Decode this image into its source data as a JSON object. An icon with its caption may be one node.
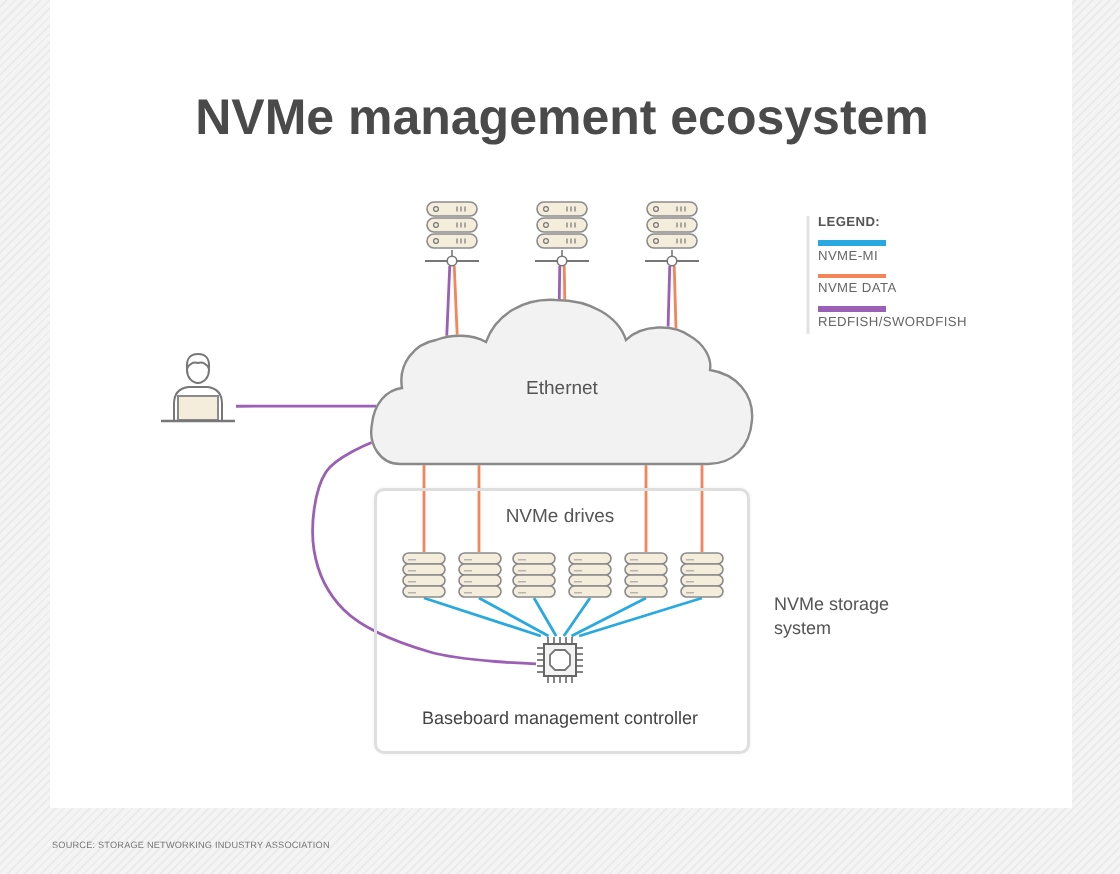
{
  "diagram": {
    "title": "NVMe management ecosystem",
    "nodes": [
      {
        "text": [],
        "shape": "picture"
      },
      {
        "text": [],
        "shape": "picture"
      },
      {
        "text": [],
        "shape": "picture"
      },
      {
        "text": [],
        "shape": "person"
      },
      {
        "text": [
          "Ethernet"
        ]
      },
      {
        "text": [
          "NVMe storage system"
        ]
      },
      {
        "text": [],
        "shape": "cylinder",
        "in": 5
      },
      {
        "text": [],
        "shape": "cylinder",
        "in": 5
      },
      {
        "text": [],
        "shape": "cylinder",
        "in": 5
      },
      {
        "text": [],
        "shape": "cylinder",
        "in": 5
      },
      {
        "text": [],
        "shape": "cylinder",
        "in": 5
      },
      {
        "text": [],
        "shape": "cylinder",
        "in": 5
      },
      {
        "text": [],
        "shape": "picture",
        "in": 5,
        "beside": [
          "Baseboard management controller"
        ]
      }
    ],
    "edges": [
      {
        "from": 0,
        "to": 4,
        "arrow": "none",
        "color": "#9b5fb5"
      },
      {
        "from": 0,
        "to": 4,
        "arrow": "none",
        "color": "#f4845a"
      },
      {
        "from": 1,
        "to": 4,
        "arrow": "none",
        "color": "#9b5fb5"
      },
      {
        "from": 1,
        "to": 4,
        "arrow": "none",
        "color": "#f4845a"
      },
      {
        "from": 2,
        "to": 4,
        "arrow": "none",
        "color": "#9b5fb5"
      },
      {
        "from": 2,
        "to": 4,
        "arrow": "none",
        "color": "#f4845a"
      },
      {
        "from": 3,
        "to": 4,
        "arrow": "none",
        "color": "#9b5fb5"
      },
      {
        "from": 4,
        "to": 12,
        "arrow": "none",
        "color": "#9b5fb5"
      },
      {
        "from": 4,
        "to": 6,
        "arrow": "none",
        "color": "#f4845a"
      },
      {
        "from": 4,
        "to": 7,
        "arrow": "none",
        "color": "#f4845a"
      },
      {
        "from": 4,
        "to": 10,
        "arrow": "none",
        "color": "#f4845a"
      },
      {
        "from": 4,
        "to": 11,
        "arrow": "none",
        "color": "#f4845a"
      },
      {
        "from": 6,
        "to": 12,
        "arrow": "none",
        "color": "#28a9e0"
      },
      {
        "from": 7,
        "to": 12,
        "arrow": "none",
        "color": "#28a9e0"
      },
      {
        "from": 8,
        "to": 12,
        "arrow": "none",
        "color": "#28a9e0"
      },
      {
        "from": 9,
        "to": 12,
        "arrow": "none",
        "color": "#28a9e0"
      },
      {
        "from": 10,
        "to": 12,
        "arrow": "none",
        "color": "#28a9e0"
      },
      {
        "from": 11,
        "to": 12,
        "arrow": "none",
        "color": "#28a9e0"
      }
    ],
    "labels": [
      "LEGEND:",
      "NVMe drives",
      "SOURCE: STORAGE NETWORKING INDUSTRY ASSOCIATION"
    ],
    "legend": [
      {
        "text": "NVME-MI",
        "color": "#28a9e0"
      },
      {
        "text": "NVME DATA",
        "color": "#f4845a"
      },
      {
        "text": "REDFISH/SWORDFISH",
        "color": "#9b5fb5"
      }
    ]
  }
}
